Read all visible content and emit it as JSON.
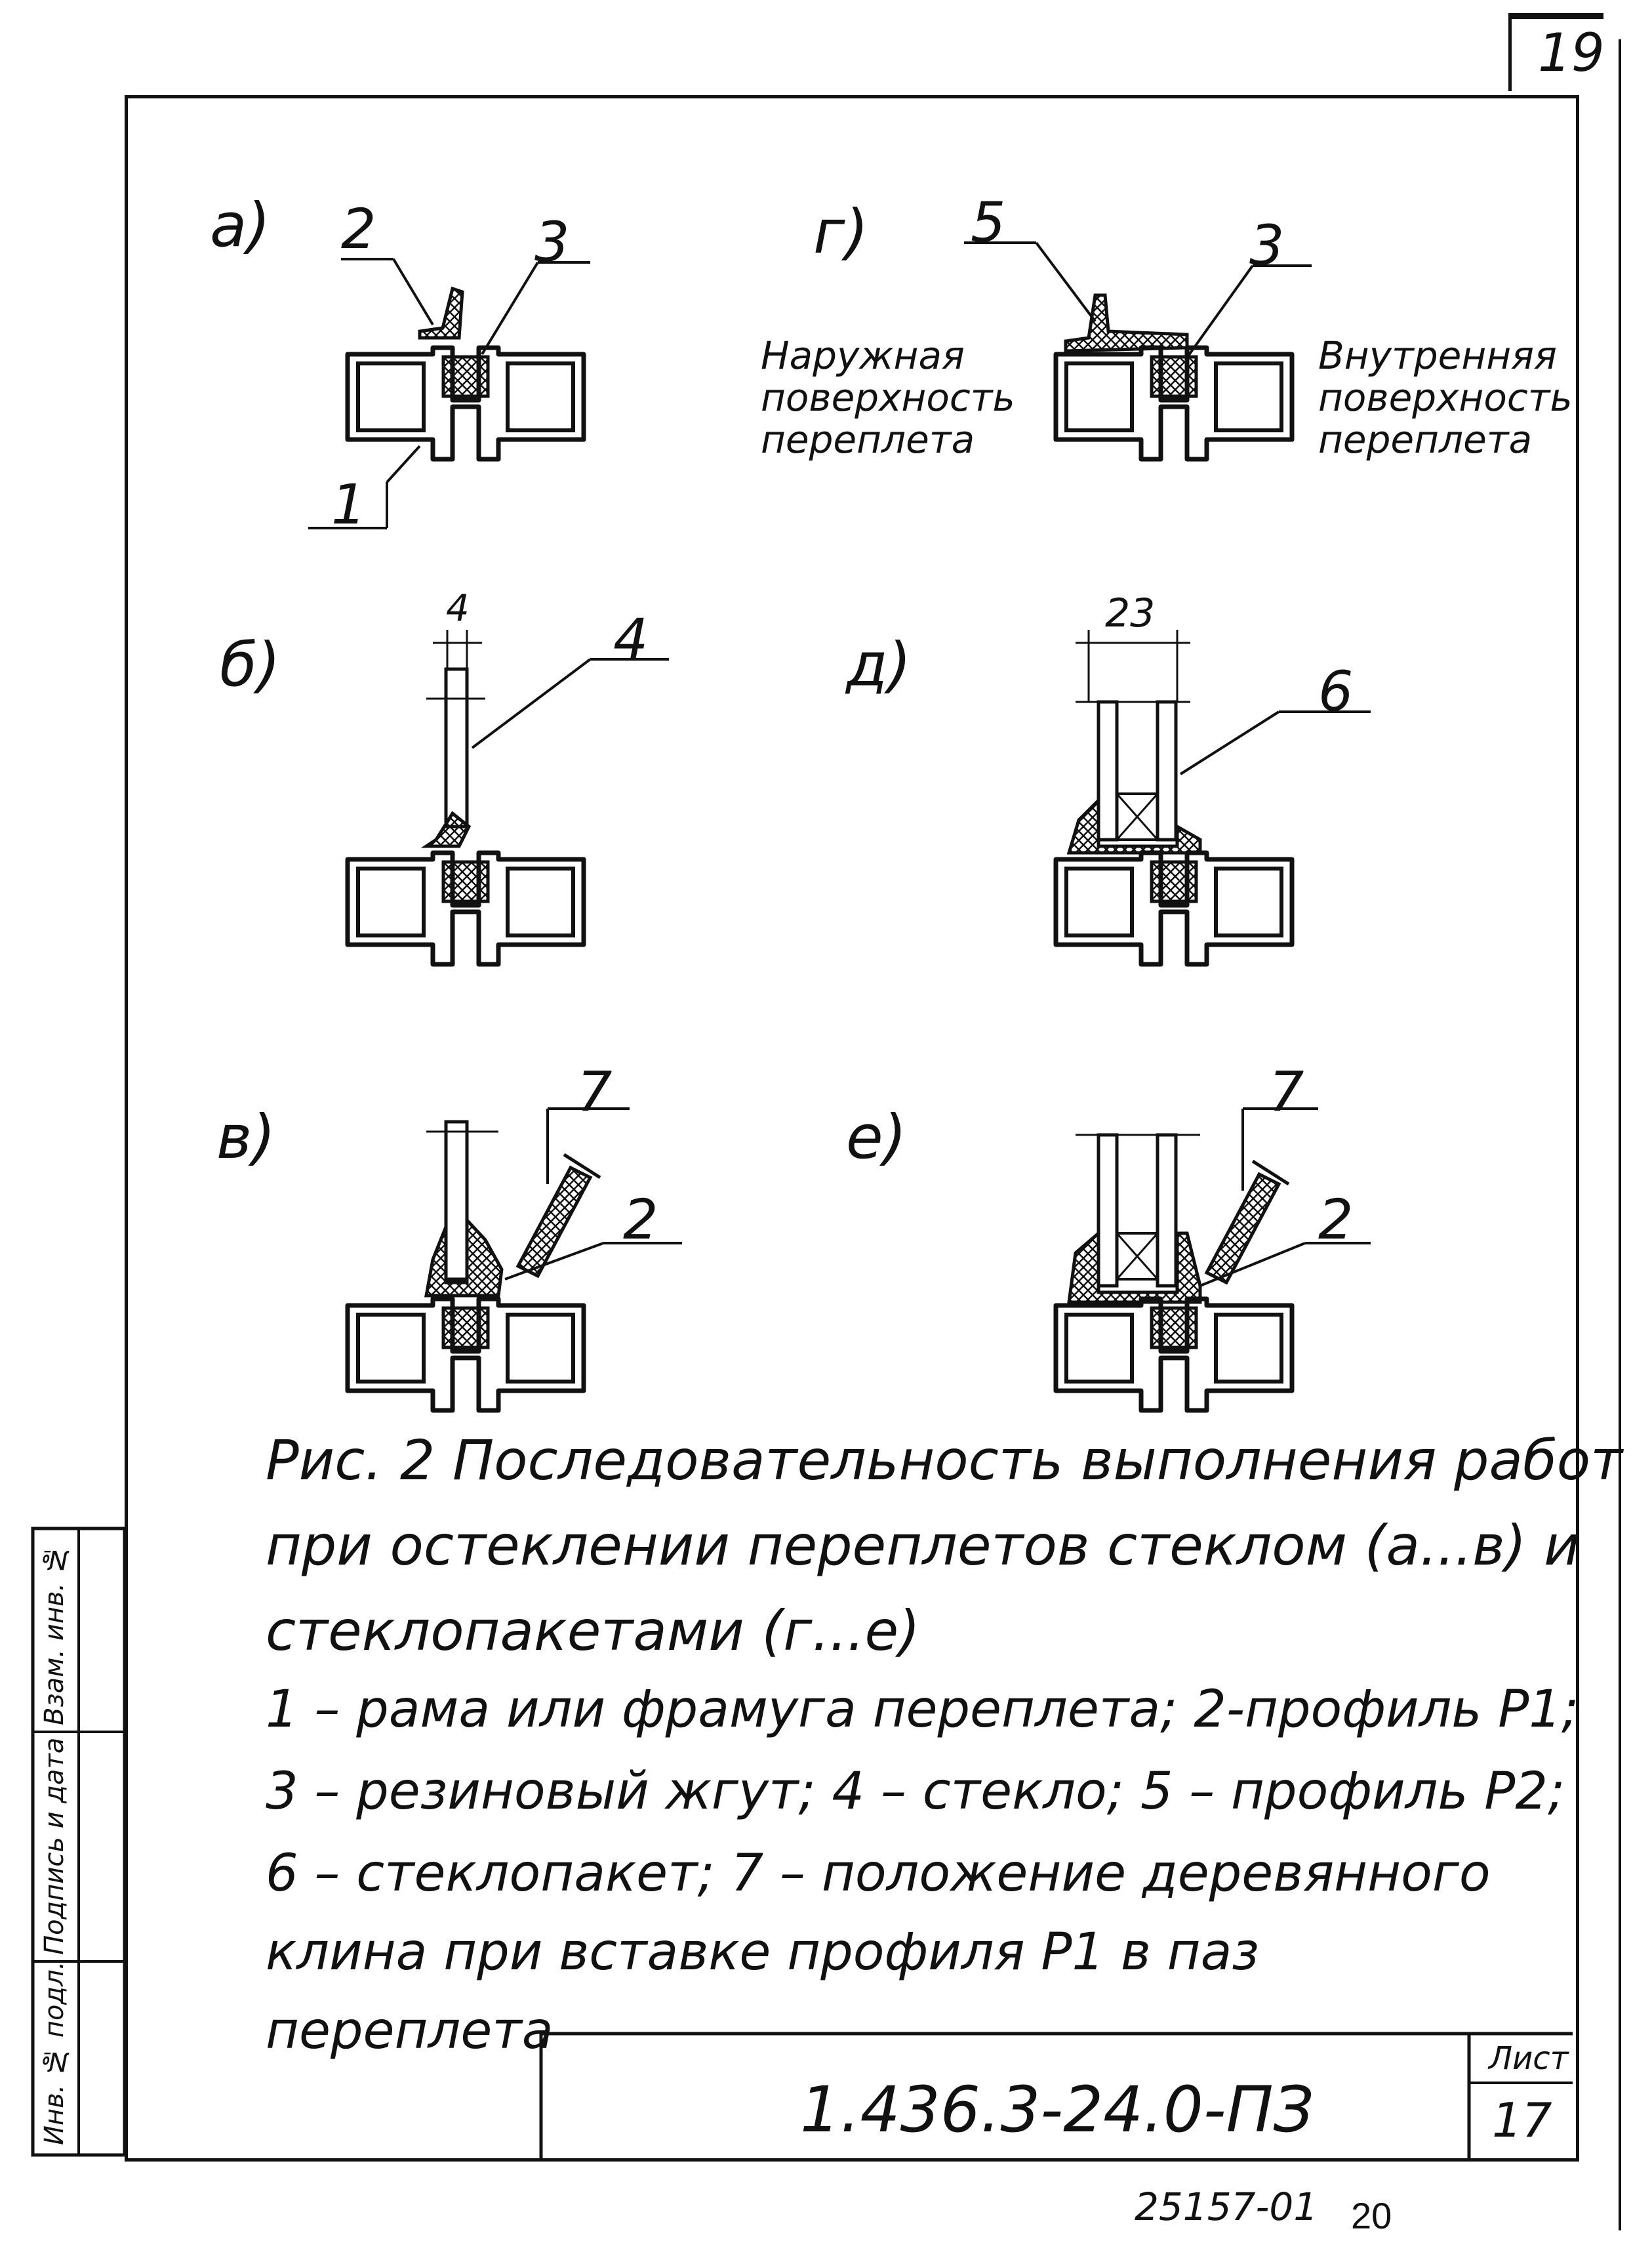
{
  "page": {
    "number": "19",
    "bottom_code": "25157-01",
    "bottom_number": "20"
  },
  "figures": [
    {
      "id": "a",
      "label": "а)",
      "callouts": [
        "2",
        "3",
        "1"
      ]
    },
    {
      "id": "g",
      "label": "г)",
      "callouts": [
        "5",
        "3"
      ]
    },
    {
      "id": "b",
      "label": "б)",
      "callouts": [
        "4",
        "4"
      ]
    },
    {
      "id": "d",
      "label": "д)",
      "callouts": [
        "23",
        "6"
      ]
    },
    {
      "id": "v",
      "label": "в)",
      "callouts": [
        "7",
        "2"
      ]
    },
    {
      "id": "e",
      "label": "е)",
      "callouts": [
        "7",
        "2"
      ]
    }
  ],
  "surfaces": {
    "outer": [
      "Наружная",
      "поверхность",
      "переплета"
    ],
    "inner": [
      "Внутренняя",
      "поверхность",
      "переплета"
    ]
  },
  "caption": {
    "line1": "Рис. 2  Последовательность выполнения работ",
    "line2": "при остеклении переплетов стеклом (а...в) и",
    "line3": "стеклопакетами (г...е)"
  },
  "legend": [
    "1 – рама  или  фрамуга  переплета; 2-профиль Р1;",
    "3 – резиновый жгут; 4 – стекло; 5 – профиль Р2;",
    "6 – стеклопакет; 7 – положение деревянного",
    "клина  при вставке  профиля  Р1  в паз",
    "переплета"
  ],
  "title_block": {
    "designation": "1.436.3-24.0-ПЗ",
    "sheet_label": "Лист",
    "sheet_number": "17"
  },
  "side_stamp": [
    "Инв. № подл.",
    "Подпись и дата",
    "Взам. инв. №"
  ]
}
